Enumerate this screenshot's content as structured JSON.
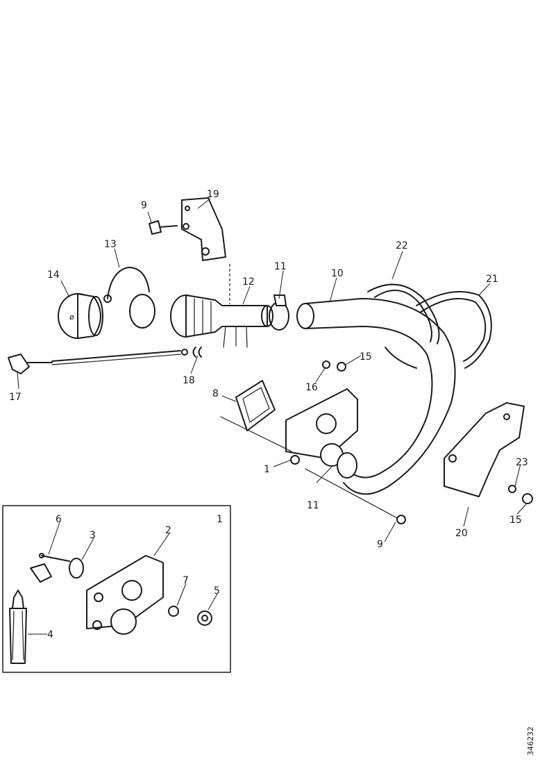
{
  "callouts": {
    "c9_top": "9",
    "c19": "19",
    "c13": "13",
    "c14": "14",
    "c12": "12",
    "c11_top": "11",
    "c10": "10",
    "c22": "22",
    "c21": "21",
    "c18": "18",
    "c17": "17",
    "c16": "16",
    "c15_mid": "15",
    "c8": "8",
    "c1_main": "1",
    "c11_bottom": "11",
    "c9_bottom": "9",
    "c20": "20",
    "c23": "23",
    "c15_right": "15"
  },
  "inset": {
    "number": "1",
    "c6": "6",
    "c3": "3",
    "c2": "2",
    "c7": "7",
    "c5": "5",
    "c4": "4"
  },
  "reference_code": "346232"
}
